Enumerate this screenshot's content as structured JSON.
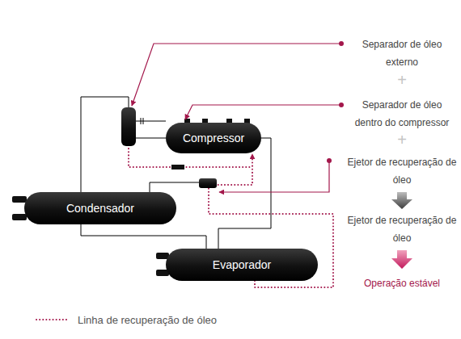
{
  "diagram": {
    "nodes": [
      {
        "text": [
          "Compressor"
        ]
      },
      {
        "text": [
          "Condensador"
        ]
      },
      {
        "text": [
          "Evaporador"
        ]
      }
    ],
    "edges": [
      {
        "from": 0,
        "to": 1,
        "arrow": "none"
      },
      {
        "from": 1,
        "to": 2,
        "arrow": "none"
      },
      {
        "from": 2,
        "to": 0,
        "arrow": "none"
      },
      {
        "from": 2,
        "to": 0,
        "arrow": "to"
      }
    ],
    "labels": [
      "Separador de óleo externo",
      "+",
      "Separador de óleo dentro do compressor",
      "+",
      "Ejetor de recuperação de óleo",
      "Ejetor de recuperação de óleo",
      "Operação estável"
    ],
    "legend": [
      {
        "text": "Linha de recuperação de óleo"
      }
    ]
  }
}
